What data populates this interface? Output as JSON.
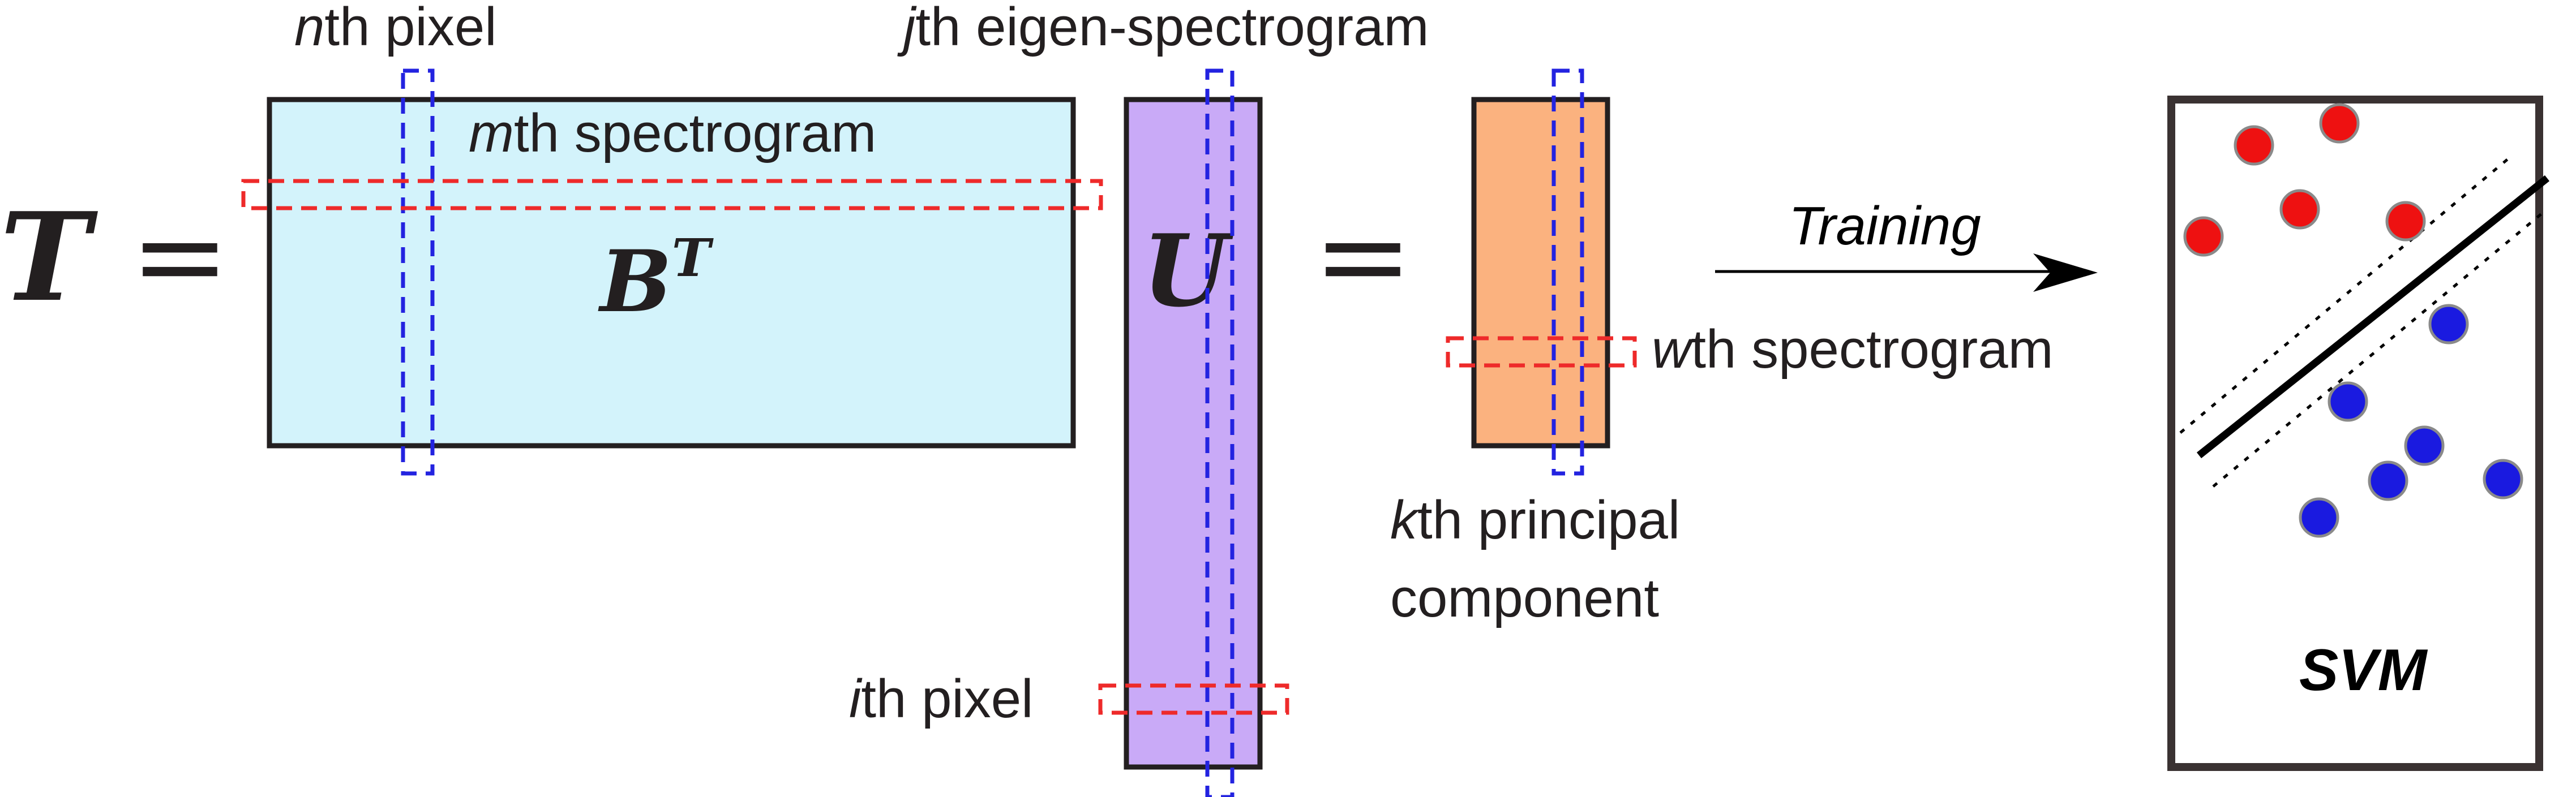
{
  "colors": {
    "matrix_T": "#d3f3fb",
    "matrix_U": "#c9aaf7",
    "matrix_Y": "#fbb27f",
    "pixel_highlight": "#2323e0",
    "spectrogram_highlight": "#ee2a2a",
    "class_red": "#ee1111",
    "class_blue": "#1a1ae0"
  },
  "equation": {
    "lhs": "T",
    "equals_1": "=",
    "bt_base": "B",
    "bt_sup": "T",
    "u": "U",
    "equals_2": "="
  },
  "labels": {
    "nth_italic": "n",
    "nth_rest": "th pixel",
    "mth_italic": "m",
    "mth_rest": "th spectrogram",
    "jth_italic": "j",
    "jth_rest": "th eigen-spectrogram",
    "ith_italic": "i",
    "ith_rest": "th pixel",
    "wth_italic": "w",
    "wth_rest": "th spectrogram",
    "kth_italic": "k",
    "kth_rest": "th principal",
    "kth_line2": "component"
  },
  "training": {
    "label": "Training"
  },
  "svm": {
    "label": "SVM"
  }
}
